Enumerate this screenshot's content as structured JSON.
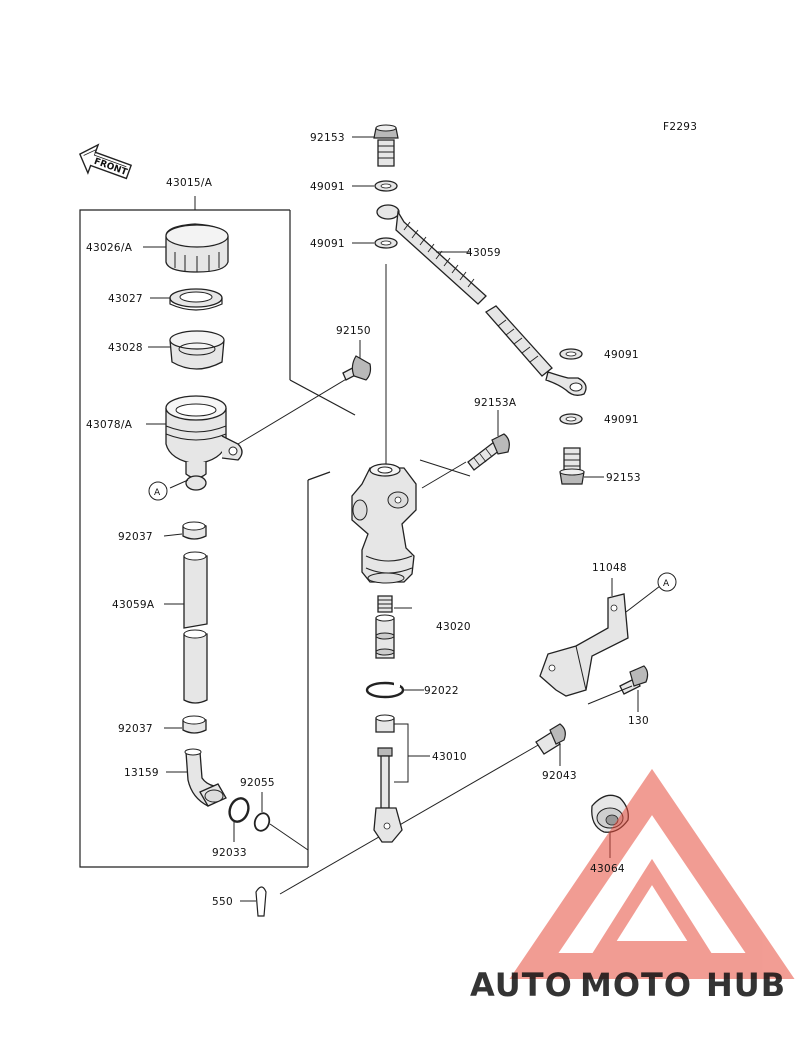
{
  "figure_code": "F2293",
  "front_label": "FRONT",
  "ref_mark": "A",
  "labels": {
    "p43015A": "43015/A",
    "p43026A": "43026/A",
    "p43027": "43027",
    "p43028": "43028",
    "p43078A": "43078/A",
    "p92037a": "92037",
    "p43059A": "43059A",
    "p92037b": "92037",
    "p13159": "13159",
    "p92055": "92055",
    "p92033": "92033",
    "p550": "550",
    "p92153a": "92153",
    "p49091a": "49091",
    "p49091b": "49091",
    "p43059": "43059",
    "p92150": "92150",
    "p92153A": "92153A",
    "p49091c": "49091",
    "p49091d": "49091",
    "p92153b": "92153",
    "p43020": "43020",
    "p92022": "92022",
    "p43010": "43010",
    "p92043": "92043",
    "p11048": "11048",
    "p130": "130",
    "p43064": "43064"
  },
  "watermark": {
    "word_auto": "AUTO",
    "word_moto": "MOTO",
    "word_hub": "HUB",
    "colors": {
      "auto": "#f5b041",
      "moto": "#e74c3c",
      "hub": "#555555",
      "triangle": "#e74c3c"
    }
  }
}
